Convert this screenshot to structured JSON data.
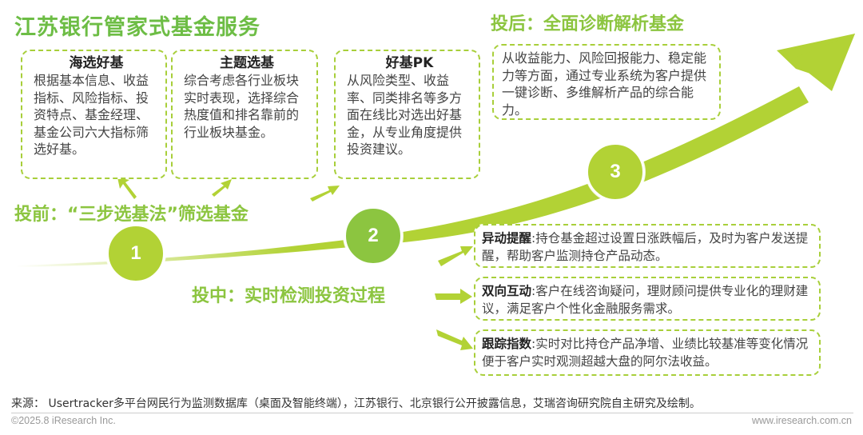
{
  "title": "江苏银行管家式基金服务",
  "colors": {
    "title_green": "#6dbd45",
    "accent_lime": "#b2d235",
    "accent_green": "#8cc540",
    "dash_border": "#a8cf3a"
  },
  "before": {
    "label": "投前：“三步选基法”筛选基金",
    "boxes": [
      {
        "heading": "海选好基",
        "text": "根据基本信息、收益指标、风险指标、投资特点、基金经理、基金公司六大指标筛选好基。"
      },
      {
        "heading": "主题选基",
        "text": "综合考虑各行业板块实时表现，选择综合热度值和排名靠前的行业板块基金。"
      },
      {
        "heading": "好基PK",
        "text": "从风险类型、收益率、同类排名等多方面在线比对选出好基金，从专业角度提供投资建议。"
      }
    ]
  },
  "during": {
    "label": "投中：实时检测投资过程",
    "boxes": [
      {
        "lead": "异动提醒",
        "text": ":持仓基金超过设置日涨跌幅后，及时为客户发送提醒，帮助客户监测持仓产品动态。"
      },
      {
        "lead": "双向互动",
        "text": ":客户在线咨询疑问，理财顾问提供专业化的理财建议，满足客户个性化金融服务需求。"
      },
      {
        "lead": "跟踪指数",
        "text": ":实时对比持仓产品净增、业绩比较基准等变化情况便于客户实时观测超越大盘的阿尔法收益。"
      }
    ]
  },
  "after": {
    "label": "投后：全面诊断解析基金",
    "text": "从收益能力、风险回报能力、稳定能力等方面，通过专业系统为客户提供一键诊断、多维解析产品的综合能力。"
  },
  "steps": [
    "1",
    "2",
    "3"
  ],
  "icons": {
    "growth_arrow": "curved-growth-arrow-icon",
    "pointer_arrow": "pointer-arrow-icon"
  },
  "footer": {
    "source": "来源： Usertracker多平台网民行为监测数据库（桌面及智能终端），江苏银行、北京银行公开披露信息，艾瑞咨询研究院自主研究及绘制。",
    "copyright": "©2025.8 iResearch Inc.",
    "site": "www.iresearch.com.cn"
  }
}
